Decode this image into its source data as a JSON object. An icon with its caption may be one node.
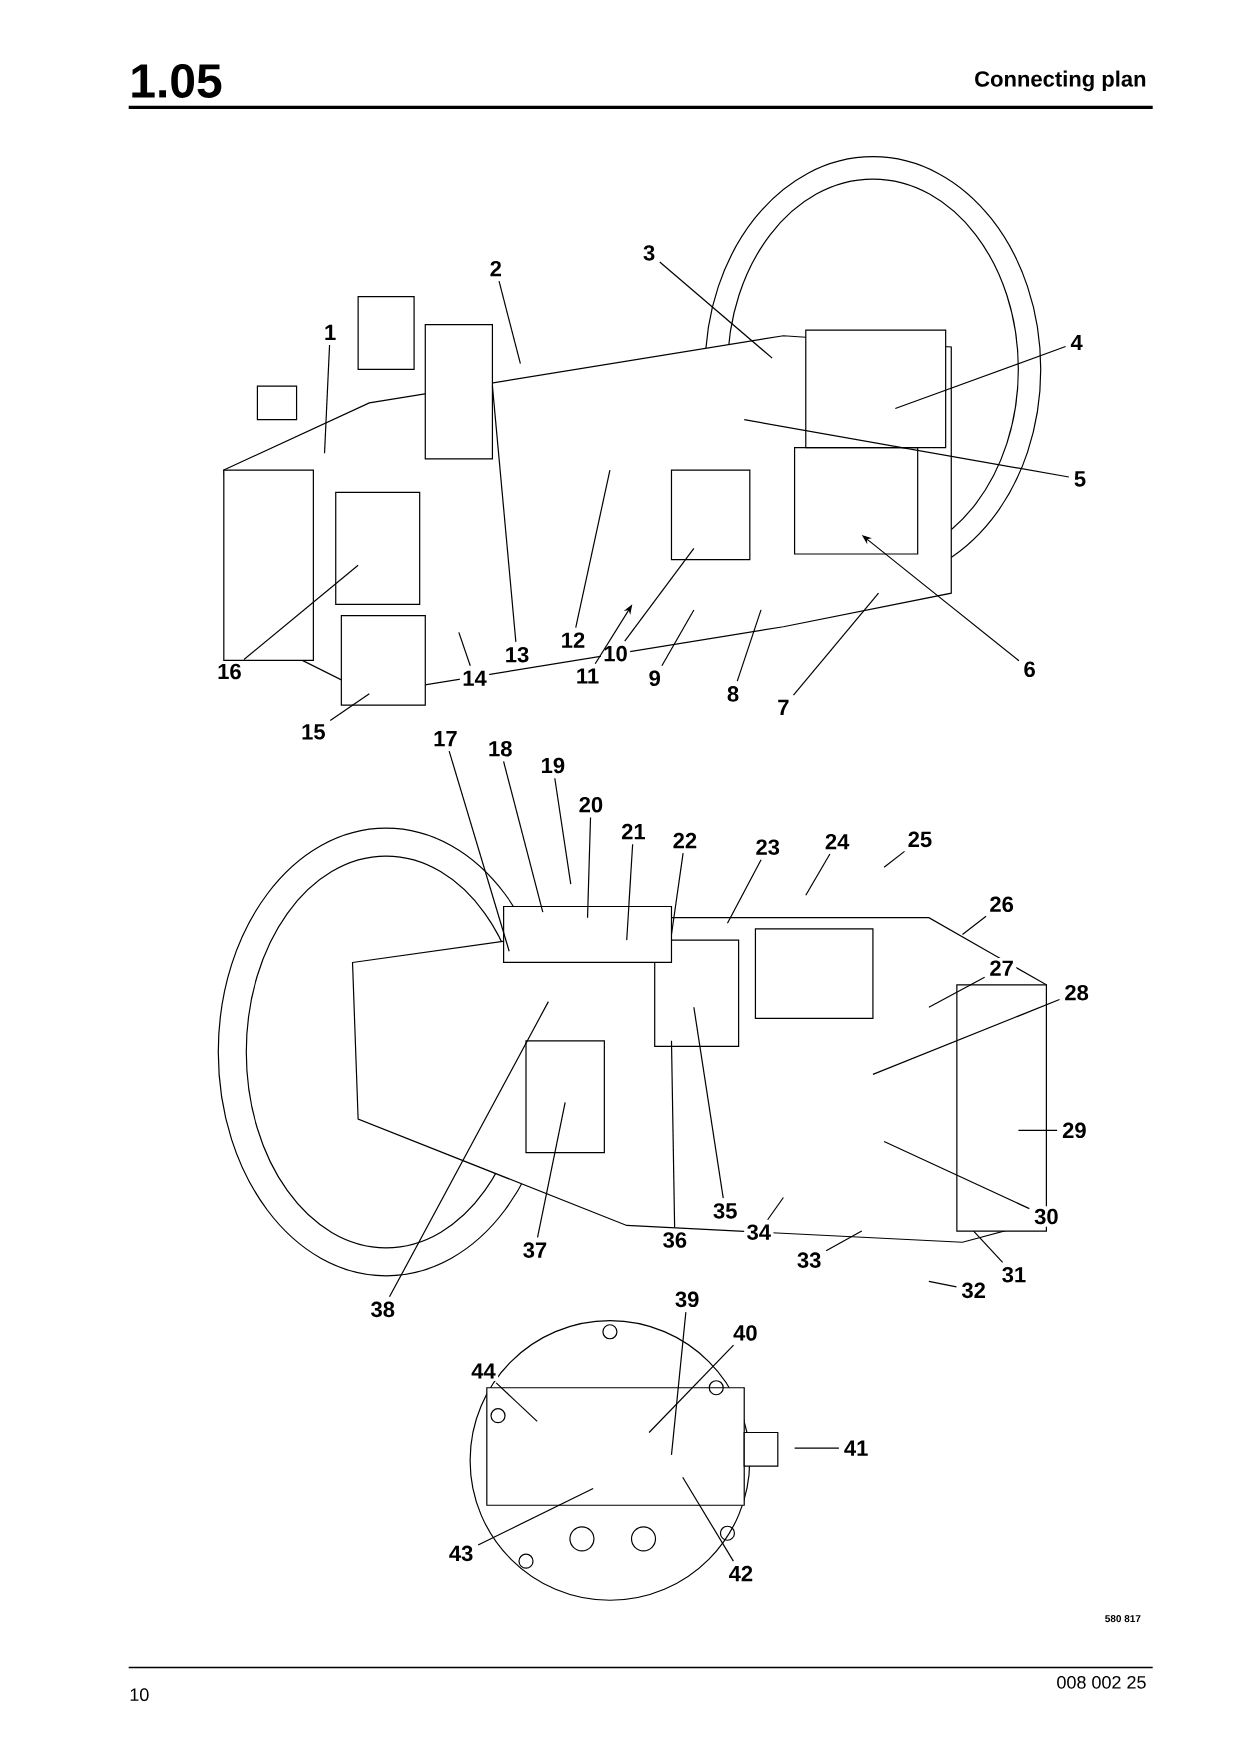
{
  "diagram": {
    "title": "1.05",
    "nodes": [
      {
        "text": [
          "1"
        ]
      },
      {
        "text": [
          "2"
        ]
      },
      {
        "text": [
          "3"
        ]
      },
      {
        "text": [
          "4"
        ]
      },
      {
        "text": [
          "5"
        ]
      },
      {
        "text": [
          "6"
        ]
      },
      {
        "text": [
          "7"
        ]
      },
      {
        "text": [
          "8"
        ]
      },
      {
        "text": [
          "9"
        ]
      },
      {
        "text": [
          "10"
        ]
      },
      {
        "text": [
          "11"
        ]
      },
      {
        "text": [
          "12"
        ]
      },
      {
        "text": [
          "13"
        ]
      },
      {
        "text": [
          "14"
        ]
      },
      {
        "text": [
          "15"
        ]
      },
      {
        "text": [
          "16"
        ]
      },
      {
        "text": [
          "17"
        ]
      },
      {
        "text": [
          "18"
        ]
      },
      {
        "text": [
          "19"
        ]
      },
      {
        "text": [
          "20"
        ]
      },
      {
        "text": [
          "21"
        ]
      },
      {
        "text": [
          "22"
        ]
      },
      {
        "text": [
          "23"
        ]
      },
      {
        "text": [
          "24"
        ]
      },
      {
        "text": [
          "25"
        ]
      },
      {
        "text": [
          "26"
        ]
      },
      {
        "text": [
          "27"
        ]
      },
      {
        "text": [
          "28"
        ]
      },
      {
        "text": [
          "29"
        ]
      },
      {
        "text": [
          "30"
        ]
      },
      {
        "text": [
          "31"
        ]
      },
      {
        "text": [
          "32"
        ]
      },
      {
        "text": [
          "33"
        ]
      },
      {
        "text": [
          "34"
        ]
      },
      {
        "text": [
          "35"
        ]
      },
      {
        "text": [
          "36"
        ]
      },
      {
        "text": [
          "37"
        ]
      },
      {
        "text": [
          "38"
        ]
      },
      {
        "text": [
          "39"
        ]
      },
      {
        "text": [
          "40"
        ]
      },
      {
        "text": [
          "41"
        ]
      },
      {
        "text": [
          "42"
        ]
      },
      {
        "text": [
          "43"
        ]
      },
      {
        "text": [
          "44"
        ]
      }
    ],
    "edges": [
      {
        "from": 0,
        "to": null,
        "arrow": "none"
      },
      {
        "from": 1,
        "to": null,
        "arrow": "none"
      },
      {
        "from": 2,
        "to": null,
        "arrow": "none"
      },
      {
        "from": 3,
        "to": null,
        "arrow": "none"
      },
      {
        "from": 4,
        "to": null,
        "arrow": "none"
      },
      {
        "from": 5,
        "to": null,
        "arrow": "to"
      },
      {
        "from": 6,
        "to": null,
        "arrow": "none"
      },
      {
        "from": 7,
        "to": null,
        "arrow": "none"
      },
      {
        "from": 8,
        "to": null,
        "arrow": "none"
      },
      {
        "from": 9,
        "to": null,
        "arrow": "none"
      },
      {
        "from": 10,
        "to": null,
        "arrow": "to"
      },
      {
        "from": 11,
        "to": null,
        "arrow": "none"
      },
      {
        "from": 12,
        "to": null,
        "arrow": "none"
      },
      {
        "from": 13,
        "to": null,
        "arrow": "none"
      },
      {
        "from": 14,
        "to": null,
        "arrow": "none"
      },
      {
        "from": 15,
        "to": null,
        "arrow": "none"
      },
      {
        "from": 16,
        "to": null,
        "arrow": "none"
      },
      {
        "from": 17,
        "to": null,
        "arrow": "none"
      },
      {
        "from": 18,
        "to": null,
        "arrow": "none"
      },
      {
        "from": 19,
        "to": null,
        "arrow": "none"
      },
      {
        "from": 20,
        "to": null,
        "arrow": "none"
      },
      {
        "from": 21,
        "to": null,
        "arrow": "none"
      },
      {
        "from": 22,
        "to": null,
        "arrow": "none"
      },
      {
        "from": 23,
        "to": null,
        "arrow": "none"
      },
      {
        "from": 24,
        "to": null,
        "arrow": "none"
      },
      {
        "from": 25,
        "to": null,
        "arrow": "none"
      },
      {
        "from": 26,
        "to": null,
        "arrow": "none"
      },
      {
        "from": 27,
        "to": null,
        "arrow": "none"
      },
      {
        "from": 28,
        "to": null,
        "arrow": "none"
      },
      {
        "from": 29,
        "to": null,
        "arrow": "none"
      },
      {
        "from": 30,
        "to": null,
        "arrow": "none"
      },
      {
        "from": 31,
        "to": null,
        "arrow": "none"
      },
      {
        "from": 32,
        "to": null,
        "arrow": "none"
      },
      {
        "from": 33,
        "to": null,
        "arrow": "none"
      },
      {
        "from": 34,
        "to": null,
        "arrow": "none"
      },
      {
        "from": 35,
        "to": null,
        "arrow": "none"
      },
      {
        "from": 36,
        "to": null,
        "arrow": "none"
      },
      {
        "from": 37,
        "to": null,
        "arrow": "none"
      },
      {
        "from": 38,
        "to": null,
        "arrow": "none"
      },
      {
        "from": 39,
        "to": null,
        "arrow": "none"
      },
      {
        "from": 40,
        "to": null,
        "arrow": "none"
      },
      {
        "from": 41,
        "to": null,
        "arrow": "none"
      },
      {
        "from": 42,
        "to": null,
        "arrow": "none"
      },
      {
        "from": 43,
        "to": null,
        "arrow": "none"
      }
    ],
    "labels": [
      "Connecting plan",
      "580 817",
      "10",
      "008 002 25"
    ]
  }
}
